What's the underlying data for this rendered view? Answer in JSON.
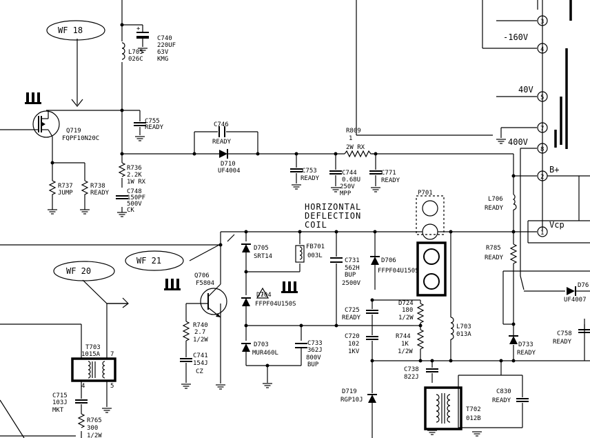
{
  "waveforms": {
    "wf18": "WF  18",
    "wf20": "WF  20",
    "wf21": "WF  21"
  },
  "components": {
    "c740": [
      "C740",
      "220UF",
      "63V",
      "KMG"
    ],
    "l705": [
      "L705",
      "026C"
    ],
    "c755": [
      "C755",
      "READY"
    ],
    "q719": [
      "Q719",
      "FQPF10N20C"
    ],
    "c746": [
      "C746",
      "READY"
    ],
    "d710": [
      "D710",
      "UF4004"
    ],
    "r809": [
      "R809",
      "1",
      "2W  RX"
    ],
    "r736": [
      "R736",
      "2.2K",
      "1W RX"
    ],
    "c748": [
      "C748",
      "150PF",
      "500V",
      "CK"
    ],
    "r737": [
      "R737",
      "JUMP"
    ],
    "r738": [
      "R738",
      "READY"
    ],
    "c753": [
      "C753",
      "READY"
    ],
    "c744": [
      "C744",
      "0.68U",
      "250V",
      "MPP"
    ],
    "c771": [
      "C771",
      "READY"
    ],
    "p701": [
      "P701"
    ],
    "l706": [
      "L706",
      "READY"
    ],
    "r785": [
      "R785",
      "READY"
    ],
    "hdc": [
      "HORIZONTAL",
      "DEFLECTION",
      "COIL"
    ],
    "d705": [
      "D705",
      "SRT14"
    ],
    "fb701": [
      "FB701",
      "003L"
    ],
    "c731": [
      "C731",
      "562H",
      "BUP",
      "2500V"
    ],
    "d706": [
      "D706",
      "FFPF04U150S"
    ],
    "q706": [
      "Q706",
      "F5804"
    ],
    "d704": [
      "D704",
      "FFPF04U150S"
    ],
    "r740": [
      "R740",
      "2.7",
      "1/2W"
    ],
    "c741": [
      "C741",
      "154J",
      "CZ"
    ],
    "d703": [
      "D703",
      "MUR460L"
    ],
    "c733": [
      "C733",
      "362J",
      "800V",
      "BUP"
    ],
    "c725": [
      "C725",
      "READY"
    ],
    "d724": [
      "D724",
      "180",
      "1/2W"
    ],
    "c720": [
      "C720",
      "102",
      "1KV"
    ],
    "r744": [
      "R744",
      "1K",
      "1/2W"
    ],
    "l703": [
      "L703",
      "013A"
    ],
    "t703": [
      "T703",
      "1015A"
    ],
    "t703pins": [
      "7",
      "4",
      "5"
    ],
    "c715": [
      "C715",
      "103J",
      "MKT"
    ],
    "r765": [
      "R765",
      "300",
      "1/2W"
    ],
    "c738": [
      "C738",
      "822J"
    ],
    "d719": [
      "D719",
      "RGP10J"
    ],
    "t702": [
      "T702",
      "012B"
    ],
    "c830": [
      "C830",
      "READY"
    ],
    "d733": [
      "D733",
      "READY"
    ],
    "c758": [
      "C758",
      "READY"
    ],
    "d76x": [
      "D76",
      "UF4007"
    ]
  },
  "connector": {
    "pins": [
      "3",
      "4",
      "5",
      "7",
      "8",
      "2",
      "1"
    ],
    "v_neg160": "-160V",
    "v40": "40V",
    "v400": "400V",
    "bplus": "B+",
    "vcp": "Vcp"
  }
}
